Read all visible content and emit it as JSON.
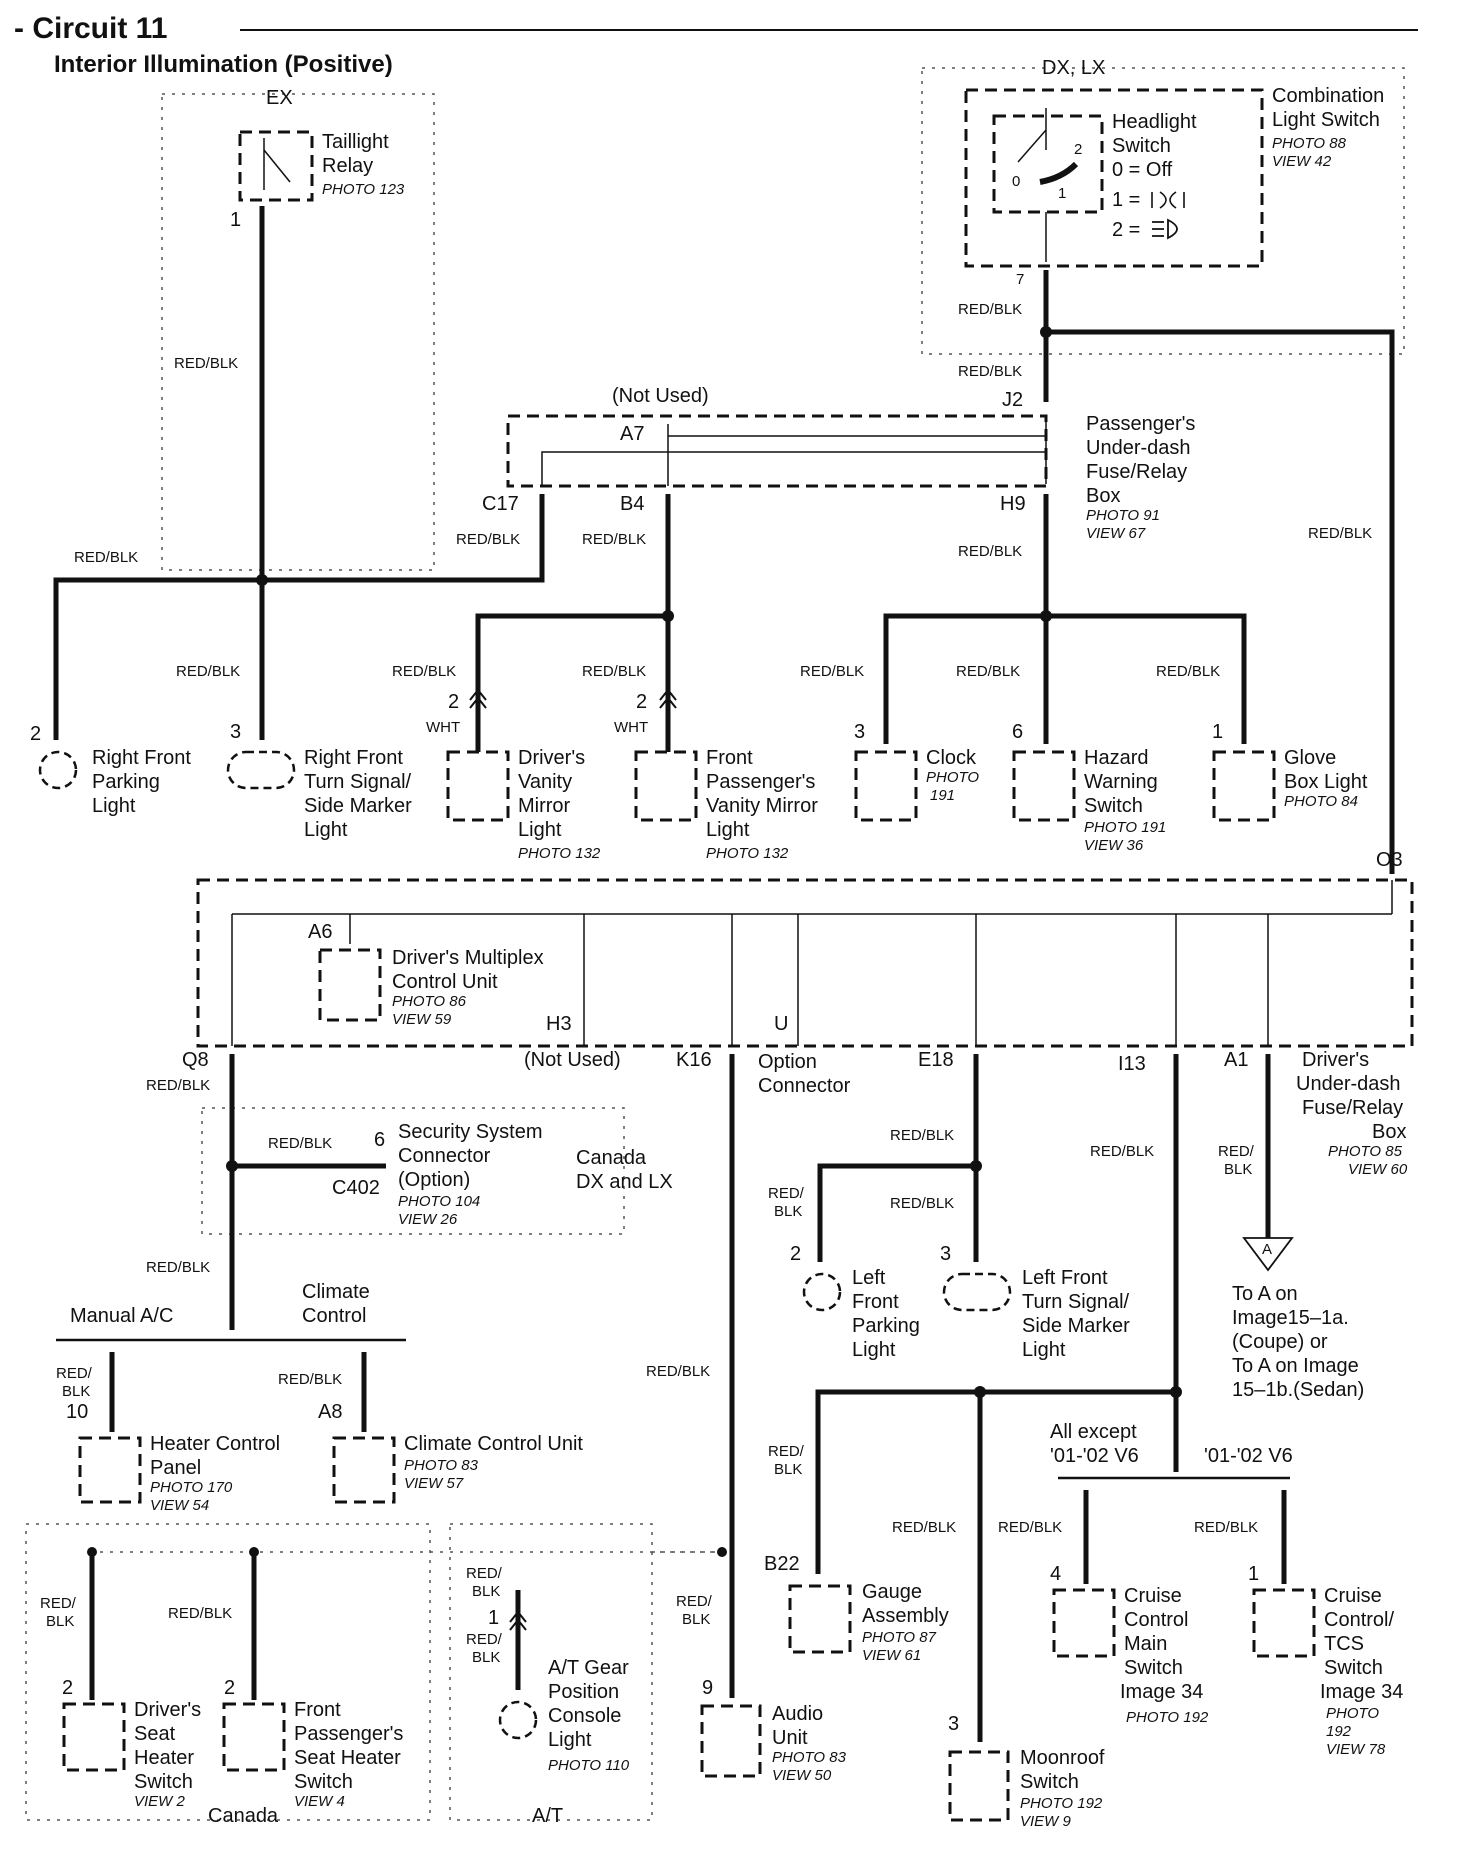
{
  "header": {
    "title": "- Circuit 11",
    "subtitle": "Interior Illumination (Positive)"
  },
  "wire": "RED/BLK",
  "wire_split": [
    "RED/",
    "BLK"
  ],
  "wht": "WHT",
  "not_used": "(Not Used)",
  "regions": {
    "ex": "EX",
    "dx_lx": "DX, LX",
    "canada_dx_lx": [
      "Canada",
      "DX and LX"
    ],
    "canada": "Canada",
    "at": "A/T"
  },
  "taillight_relay": {
    "name": [
      "Taillight",
      "Relay"
    ],
    "photo": "PHOTO 123",
    "pin": "1"
  },
  "combination_switch": {
    "name": [
      "Combination",
      "Light Switch"
    ],
    "photo": "PHOTO 88",
    "view": "VIEW 42",
    "pin": "7"
  },
  "headlight_switch": {
    "name": [
      "Headlight",
      "Switch"
    ],
    "pos0": "0 = Off",
    "pos1": "1 = ",
    "pos2": "2 = ",
    "p0": "0",
    "p1": "1",
    "p2": "2"
  },
  "passenger_fuse_box": {
    "name": [
      "Passenger's",
      "Under-dash",
      "Fuse/Relay",
      "Box"
    ],
    "photo": "PHOTO 91",
    "view": "VIEW 67",
    "pins": {
      "j2": "J2",
      "a7": "A7",
      "c17": "C17",
      "b4": "B4",
      "h9": "H9"
    }
  },
  "driver_fuse_box": {
    "name": [
      "Driver's",
      "Under-dash",
      "Fuse/Relay",
      "Box"
    ],
    "photo": "PHOTO 85",
    "view": "VIEW 60",
    "pins": {
      "o3": "O3",
      "a6": "A6",
      "q8": "Q8",
      "h3": "H3",
      "k16": "K16",
      "u": "U",
      "e18": "E18",
      "i13": "I13",
      "a1": "A1"
    }
  },
  "multiplex_unit": {
    "name": [
      "Driver's Multiplex",
      "Control Unit"
    ],
    "photo": "PHOTO 86",
    "view": "VIEW 59"
  },
  "option_connector": [
    "Option",
    "Connector"
  ],
  "rf_parking": {
    "name": [
      "Right Front",
      "Parking",
      "Light"
    ],
    "pin": "2"
  },
  "rf_turn": {
    "name": [
      "Right Front",
      "Turn Signal/",
      "Side Marker",
      "Light"
    ],
    "pin": "3"
  },
  "driver_mirror": {
    "name": [
      "Driver's",
      "Vanity",
      "Mirror",
      "Light"
    ],
    "photo": "PHOTO 132",
    "pin": "2"
  },
  "pass_mirror": {
    "name": [
      "Front",
      "Passenger's",
      "Vanity Mirror",
      "Light"
    ],
    "photo": "PHOTO 132",
    "pin": "2"
  },
  "clock": {
    "name": [
      "Clock"
    ],
    "photo": [
      "PHOTO",
      "191"
    ],
    "pin": "3"
  },
  "hazard": {
    "name": [
      "Hazard",
      "Warning",
      "Switch"
    ],
    "photo": "PHOTO 191",
    "view": "VIEW 36",
    "pin": "6"
  },
  "glovebox": {
    "name": [
      "Glove",
      "Box Light"
    ],
    "photo": "PHOTO 84",
    "pin": "1"
  },
  "security_connector": {
    "name": [
      "Security System",
      "Connector",
      "(Option)"
    ],
    "photo": "PHOTO 104",
    "view": "VIEW 26",
    "pin": "6",
    "conn": "C402"
  },
  "manual_ac": "Manual A/C",
  "climate_control": [
    "Climate",
    "Control"
  ],
  "heater_panel": {
    "name": [
      "Heater Control",
      "Panel"
    ],
    "photo": "PHOTO 170",
    "view": "VIEW 54",
    "pin": "10"
  },
  "climate_unit": {
    "name": [
      "Climate Control Unit"
    ],
    "photo": "PHOTO 83",
    "view": "VIEW 57",
    "pin": "A8"
  },
  "driver_seat_heater": {
    "name": [
      "Driver's",
      "Seat",
      "Heater",
      "Switch"
    ],
    "view": "VIEW 2",
    "pin": "2"
  },
  "pass_seat_heater": {
    "name": [
      "Front",
      "Passenger's",
      "Seat Heater",
      "Switch"
    ],
    "view": "VIEW 4",
    "pin": "2"
  },
  "at_gear_light": {
    "name": [
      "A/T Gear",
      "Position",
      "Console",
      "Light"
    ],
    "photo": "PHOTO 110",
    "pin": "1"
  },
  "audio_unit": {
    "name": [
      "Audio",
      "Unit"
    ],
    "photo": "PHOTO 83",
    "view": "VIEW 50",
    "pin": "9"
  },
  "lf_parking": {
    "name": [
      "Left",
      "Front",
      "Parking",
      "Light"
    ],
    "pin": "2"
  },
  "lf_turn": {
    "name": [
      "Left Front",
      "Turn Signal/",
      "Side Marker",
      "Light"
    ],
    "pin": "3"
  },
  "to_a": {
    "flag": "A",
    "text": [
      "To A on",
      "Image15–1a.",
      "(Coupe) or",
      "To A on Image",
      "15–1b.(Sedan)"
    ]
  },
  "gauge": {
    "name": [
      "Gauge",
      "Assembly"
    ],
    "photo": "PHOTO 87",
    "view": "VIEW 61",
    "pin": "B22"
  },
  "moonroof": {
    "name": [
      "Moonroof",
      "Switch"
    ],
    "photo": "PHOTO 192",
    "view": "VIEW 9",
    "pin": "3"
  },
  "variants": {
    "all_except": [
      "All except",
      "'01-'02 V6"
    ],
    "v6": "'01-'02 V6"
  },
  "cruise_main": {
    "name": [
      "Cruise",
      "Control",
      "Main",
      "Switch",
      "Image 34"
    ],
    "photo": "PHOTO 192",
    "pin": "4"
  },
  "cruise_tcs": {
    "name": [
      "Cruise",
      "Control/",
      "TCS",
      "Switch",
      "Image 34"
    ],
    "photo": [
      "PHOTO",
      "192"
    ],
    "view": "VIEW 78",
    "pin": "1"
  }
}
